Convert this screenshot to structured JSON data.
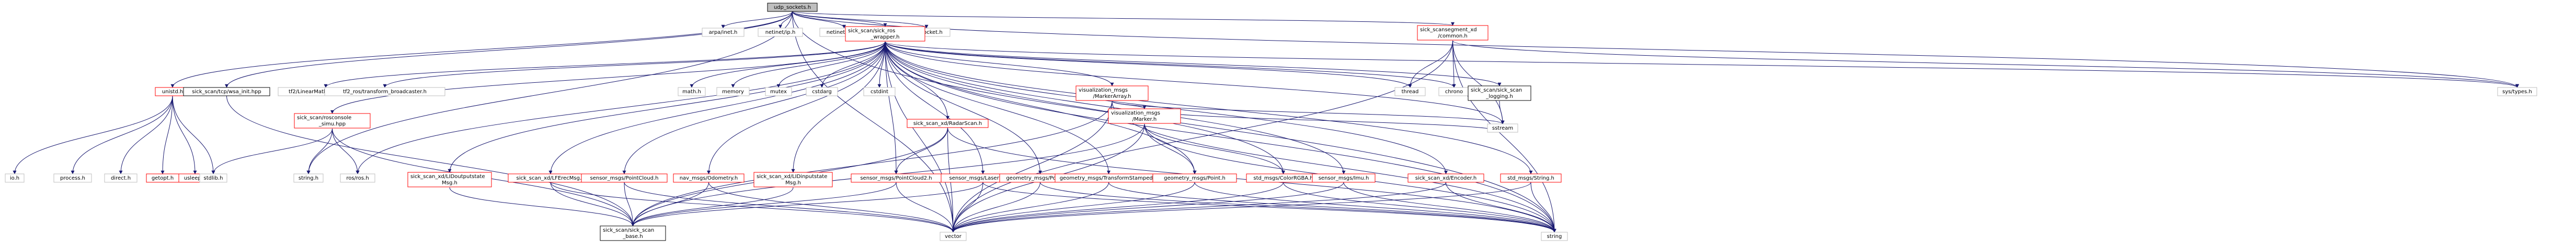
{
  "colors": {
    "root_fill": "#bfbfbf",
    "root_stroke": "#000000",
    "node_fill": "#ffffff",
    "node_stroke": "#000000",
    "linked_stroke": "#ff0000",
    "light_stroke": "#bfbfbf",
    "edge": "#191970",
    "text": "#000000"
  },
  "nodes": [
    {
      "id": "root",
      "lines": [
        "udp_sockets.h"
      ],
      "kind": "root"
    },
    {
      "id": "arpa",
      "lines": [
        "arpa/inet.h"
      ],
      "kind": "sys"
    },
    {
      "id": "netinetip",
      "lines": [
        "netinet/ip.h"
      ],
      "kind": "sys"
    },
    {
      "id": "netinetudp",
      "lines": [
        "netinet/udp.h"
      ],
      "kind": "sys"
    },
    {
      "id": "syssocket",
      "lines": [
        "sys/socket.h"
      ],
      "kind": "sys"
    },
    {
      "id": "wrapper",
      "lines": [
        "sick_scan/sick_ros",
        "_wrapper.h"
      ],
      "kind": "linked"
    },
    {
      "id": "segment",
      "lines": [
        "sick_scansegment_xd",
        "/common.h"
      ],
      "kind": "linked"
    },
    {
      "id": "unistd",
      "lines": [
        "unistd.h"
      ],
      "kind": "linked"
    },
    {
      "id": "tcp",
      "lines": [
        "sick_scan/tcp/wsa_init.hpp"
      ],
      "kind": "plain"
    },
    {
      "id": "systypes",
      "lines": [
        "sys/types.h"
      ],
      "kind": "sys"
    },
    {
      "id": "quaternion",
      "lines": [
        "tf2/LinearMath/Quaternion.h"
      ],
      "kind": "sys"
    },
    {
      "id": "tf2ros",
      "lines": [
        "tf2_ros/transform_broadcaster.h"
      ],
      "kind": "sys"
    },
    {
      "id": "rosconsole",
      "lines": [
        "sick_scan/rosconsole",
        "_simu.hpp"
      ],
      "kind": "linked"
    },
    {
      "id": "math",
      "lines": [
        "math.h"
      ],
      "kind": "sys"
    },
    {
      "id": "memory",
      "lines": [
        "memory"
      ],
      "kind": "sys"
    },
    {
      "id": "mutex",
      "lines": [
        "mutex"
      ],
      "kind": "sys"
    },
    {
      "id": "cstdarg",
      "lines": [
        "cstdarg"
      ],
      "kind": "sys"
    },
    {
      "id": "cstdint",
      "lines": [
        "cstdint"
      ],
      "kind": "sys"
    },
    {
      "id": "vismarkerarray",
      "lines": [
        "visualization_msgs",
        "/MarkerArray.h"
      ],
      "kind": "linked"
    },
    {
      "id": "vismarker",
      "lines": [
        "visualization_msgs",
        "/Marker.h"
      ],
      "kind": "linked"
    },
    {
      "id": "radarscan",
      "lines": [
        "sick_scan_xd/RadarScan.h"
      ],
      "kind": "linked"
    },
    {
      "id": "thread",
      "lines": [
        "thread"
      ],
      "kind": "sys"
    },
    {
      "id": "chrono",
      "lines": [
        "chrono"
      ],
      "kind": "sys"
    },
    {
      "id": "logging",
      "lines": [
        "sick_scan/sick_scan",
        "_logging.h"
      ],
      "kind": "plain"
    },
    {
      "id": "sstream",
      "lines": [
        "sstream"
      ],
      "kind": "sys"
    },
    {
      "id": "io",
      "lines": [
        "io.h"
      ],
      "kind": "sys"
    },
    {
      "id": "process",
      "lines": [
        "process.h"
      ],
      "kind": "sys"
    },
    {
      "id": "direct",
      "lines": [
        "direct.h"
      ],
      "kind": "sys"
    },
    {
      "id": "getopt",
      "lines": [
        "getopt.h"
      ],
      "kind": "linked"
    },
    {
      "id": "usleep",
      "lines": [
        "usleep.h"
      ],
      "kind": "linked"
    },
    {
      "id": "stdlib",
      "lines": [
        "stdlib.h"
      ],
      "kind": "sys"
    },
    {
      "id": "stringh",
      "lines": [
        "string.h"
      ],
      "kind": "sys"
    },
    {
      "id": "rosrosh",
      "lines": [
        "ros/ros.h"
      ],
      "kind": "sys"
    },
    {
      "id": "lidoutputstate",
      "lines": [
        "sick_scan_xd/LIDoutputstate",
        "Msg.h"
      ],
      "kind": "linked"
    },
    {
      "id": "lferec",
      "lines": [
        "sick_scan_xd/LFErecMsg.h"
      ],
      "kind": "linked"
    },
    {
      "id": "pointcloud",
      "lines": [
        "sensor_msgs/PointCloud.h"
      ],
      "kind": "linked"
    },
    {
      "id": "odometry",
      "lines": [
        "nav_msgs/Odometry.h"
      ],
      "kind": "linked"
    },
    {
      "id": "lidinputstate",
      "lines": [
        "sick_scan_xd/LIDinputstate",
        "Msg.h"
      ],
      "kind": "linked"
    },
    {
      "id": "pointcloud2",
      "lines": [
        "sensor_msgs/PointCloud2.h"
      ],
      "kind": "linked"
    },
    {
      "id": "laserscan",
      "lines": [
        "sensor_msgs/LaserScan.h"
      ],
      "kind": "linked"
    },
    {
      "id": "pose2d",
      "lines": [
        "geometry_msgs/Pose2D.h"
      ],
      "kind": "linked"
    },
    {
      "id": "tfstamped",
      "lines": [
        "geometry_msgs/TransformStamped.h"
      ],
      "kind": "linked"
    },
    {
      "id": "point",
      "lines": [
        "geometry_msgs/Point.h"
      ],
      "kind": "linked"
    },
    {
      "id": "colorrgba",
      "lines": [
        "std_msgs/ColorRGBA.h"
      ],
      "kind": "linked"
    },
    {
      "id": "imu",
      "lines": [
        "sensor_msgs/Imu.h"
      ],
      "kind": "linked"
    },
    {
      "id": "encoder",
      "lines": [
        "sick_scan_xd/Encoder.h"
      ],
      "kind": "linked"
    },
    {
      "id": "stdstring",
      "lines": [
        "std_msgs/String.h"
      ],
      "kind": "linked"
    },
    {
      "id": "scanbase",
      "lines": [
        "sick_scan/sick_scan",
        "_base.h"
      ],
      "kind": "plain"
    },
    {
      "id": "vector",
      "lines": [
        "vector"
      ],
      "kind": "sys"
    },
    {
      "id": "string",
      "lines": [
        "string"
      ],
      "kind": "sys"
    }
  ]
}
